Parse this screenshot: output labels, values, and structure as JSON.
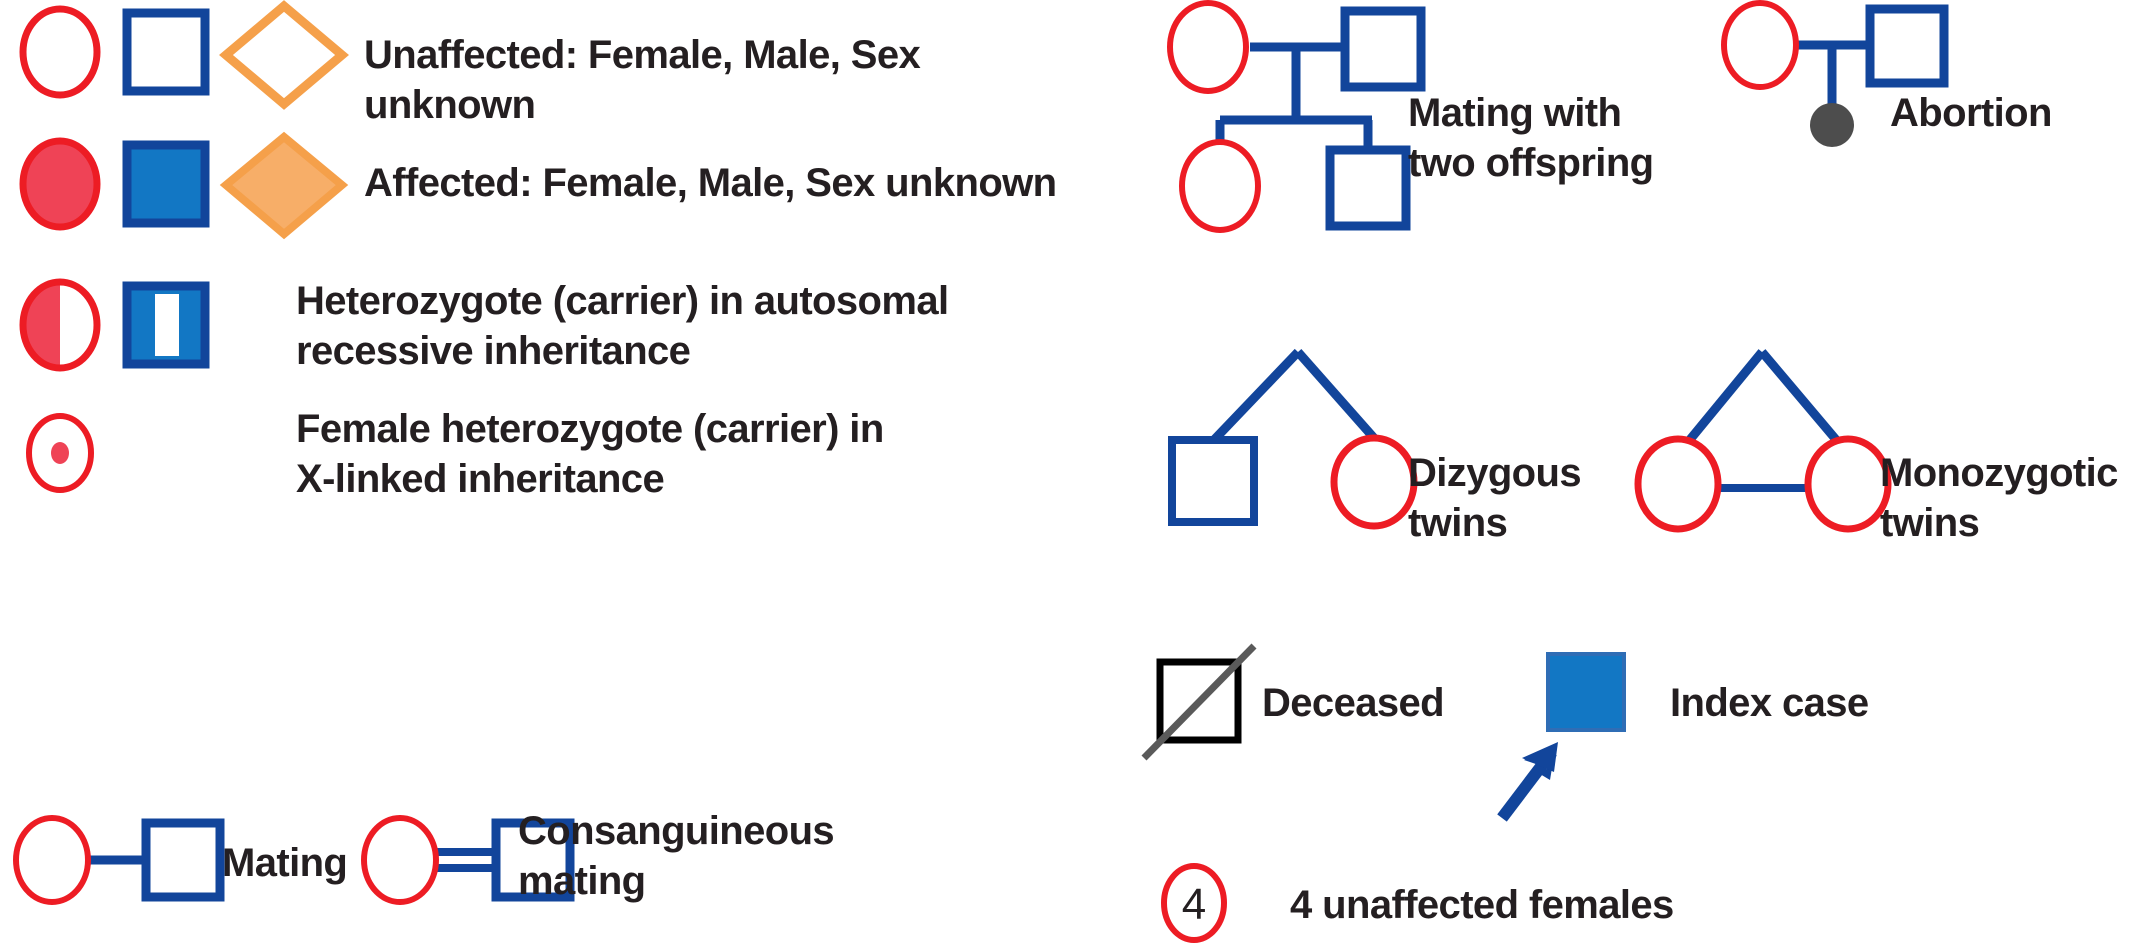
{
  "figure": {
    "type": "pedigree-symbol-legend",
    "title": "Pedigree symbols legend",
    "colors": {
      "female_outline": "#ED1C24",
      "female_affected_fill": "#EF4356",
      "male_outline": "#12459B",
      "male_affected_fill": "#1277C4",
      "diamond_outline": "#F5A04A",
      "diamond_affected_fill": "#F7AE68",
      "line": "#12459B",
      "deceased_outline": "#000000",
      "deceased_slash": "#5A5A5A",
      "abortion_fill": "#4D4D4D",
      "index_case_fill": "#1277C4",
      "index_arrow": "#12459B",
      "text": "#241f21",
      "background": "#FFFFFF"
    }
  },
  "left_column": {
    "rows": [
      {
        "id": "unaffected",
        "label": "Unaffected: Female, Male, Sex unknown",
        "symbols": [
          "circle-open-red",
          "square-open-blue",
          "diamond-open-orange"
        ]
      },
      {
        "id": "affected",
        "label": "Affected: Female, Male, Sex unknown",
        "symbols": [
          "circle-filled-red",
          "square-filled-blue",
          "diamond-filled-orange"
        ]
      },
      {
        "id": "heterozygote-autosomal-recessive",
        "label": "Heterozygote (carrier) in autosomal\nrecessive inheritance",
        "symbols": [
          "circle-half-filled-red",
          "square-center-stripe-blue"
        ]
      },
      {
        "id": "female-heterozygote-x-linked",
        "label": "Female heterozygote (carrier) in\nX-linked inheritance",
        "symbols": [
          "circle-with-center-dot-red"
        ]
      }
    ],
    "mating_row": [
      {
        "id": "mating",
        "label": "Mating",
        "symbols": [
          "circle-open-red",
          "single-line",
          "square-open-blue"
        ]
      },
      {
        "id": "consanguineous-mating",
        "label": "Consanguineous\nmating",
        "symbols": [
          "circle-open-red",
          "double-line",
          "square-open-blue"
        ]
      }
    ]
  },
  "right_column": {
    "items": [
      {
        "id": "mating-with-two-offspring",
        "label": "Mating with\ntwo offspring",
        "symbols": [
          "circle-open-red",
          "square-open-blue",
          "sibship-line",
          "circle-open-red",
          "square-open-blue"
        ]
      },
      {
        "id": "abortion",
        "label": "Abortion",
        "symbols": [
          "circle-open-red",
          "square-open-blue",
          "filled-dot-gray"
        ]
      },
      {
        "id": "dizygous-twins",
        "label": "Dizygous\ntwins",
        "symbols": [
          "twin-fork",
          "square-open-blue",
          "circle-open-red"
        ]
      },
      {
        "id": "monozygotic-twins",
        "label": "Monozygotic\ntwins",
        "symbols": [
          "twin-fork",
          "connector-bar",
          "circle-open-red",
          "circle-open-red"
        ]
      },
      {
        "id": "deceased",
        "label": "Deceased",
        "symbols": [
          "square-open-black-slashed"
        ]
      },
      {
        "id": "index-case",
        "label": "Index case",
        "symbols": [
          "square-filled-blue",
          "arrow-up-right"
        ]
      },
      {
        "id": "four-unaffected-females",
        "label": "4 unaffected females",
        "symbols": [
          "circle-open-red-with-number"
        ],
        "number": "4"
      }
    ]
  }
}
